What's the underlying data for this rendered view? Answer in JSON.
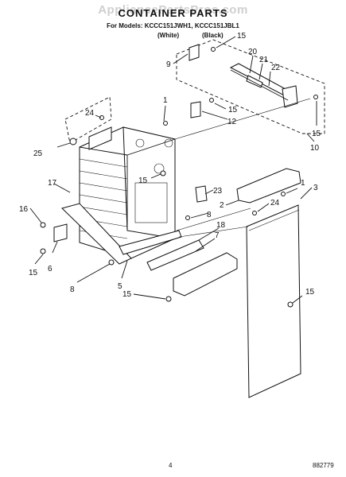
{
  "header": {
    "watermark": "AppliancePartsPros.com",
    "title": "CONTAINER PARTS",
    "models_line": "For Models: KCCC151JWH1, KCCC151JBL1",
    "variant_white": "(White)",
    "variant_black": "(Black)"
  },
  "callouts": [
    "1",
    "1",
    "2",
    "3",
    "5",
    "6",
    "7",
    "8",
    "8",
    "9",
    "10",
    "12",
    "15",
    "15",
    "15",
    "15",
    "15",
    "15",
    "15",
    "16",
    "17",
    "18",
    "20",
    "21",
    "22",
    "23",
    "24",
    "24",
    "25"
  ],
  "footer": {
    "page_number": "4",
    "document_number": "882779"
  }
}
